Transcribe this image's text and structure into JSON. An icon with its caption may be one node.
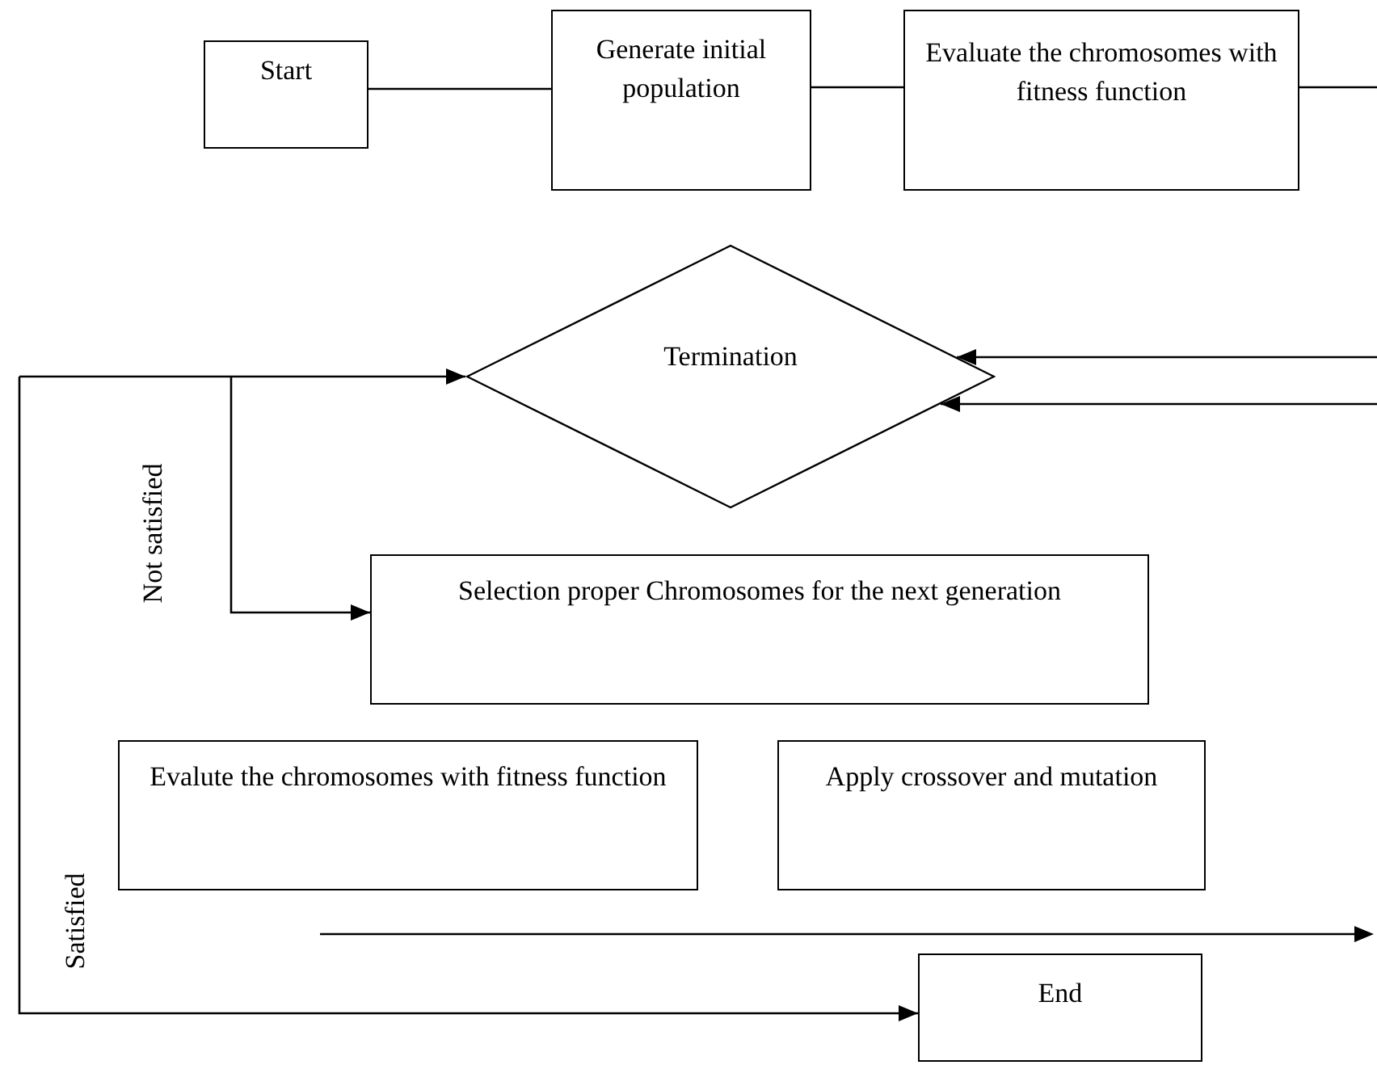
{
  "diagram": {
    "nodes": [
      {
        "text": [
          "Start"
        ]
      },
      {
        "text": [
          "Generate initial population"
        ]
      },
      {
        "text": [
          "Evaluate the chromosomes with fitness function"
        ]
      },
      {
        "text": [
          "Termination"
        ]
      },
      {
        "text": [
          "Selection proper Chromosomes for the next generation"
        ]
      },
      {
        "text": [
          "Evalute the chromosomes with fitness function"
        ]
      },
      {
        "text": [
          "Apply crossover and mutation"
        ]
      },
      {
        "text": [
          "End"
        ]
      }
    ],
    "edges": [
      {
        "from": 0,
        "to": 1,
        "arrow": "none"
      },
      {
        "from": 1,
        "to": 2,
        "arrow": "none"
      },
      {
        "from": 2,
        "to": null,
        "arrow": "none"
      },
      {
        "from": null,
        "to": 3,
        "arrow": "to"
      },
      {
        "from": null,
        "to": 3,
        "arrow": "to"
      },
      {
        "from": null,
        "to": 3,
        "arrow": "to"
      },
      {
        "from": null,
        "to": 4,
        "arrow": "to",
        "label": "Not satisfied"
      },
      {
        "from": null,
        "to": 7,
        "arrow": "to",
        "label": "Satisfied"
      }
    ]
  }
}
